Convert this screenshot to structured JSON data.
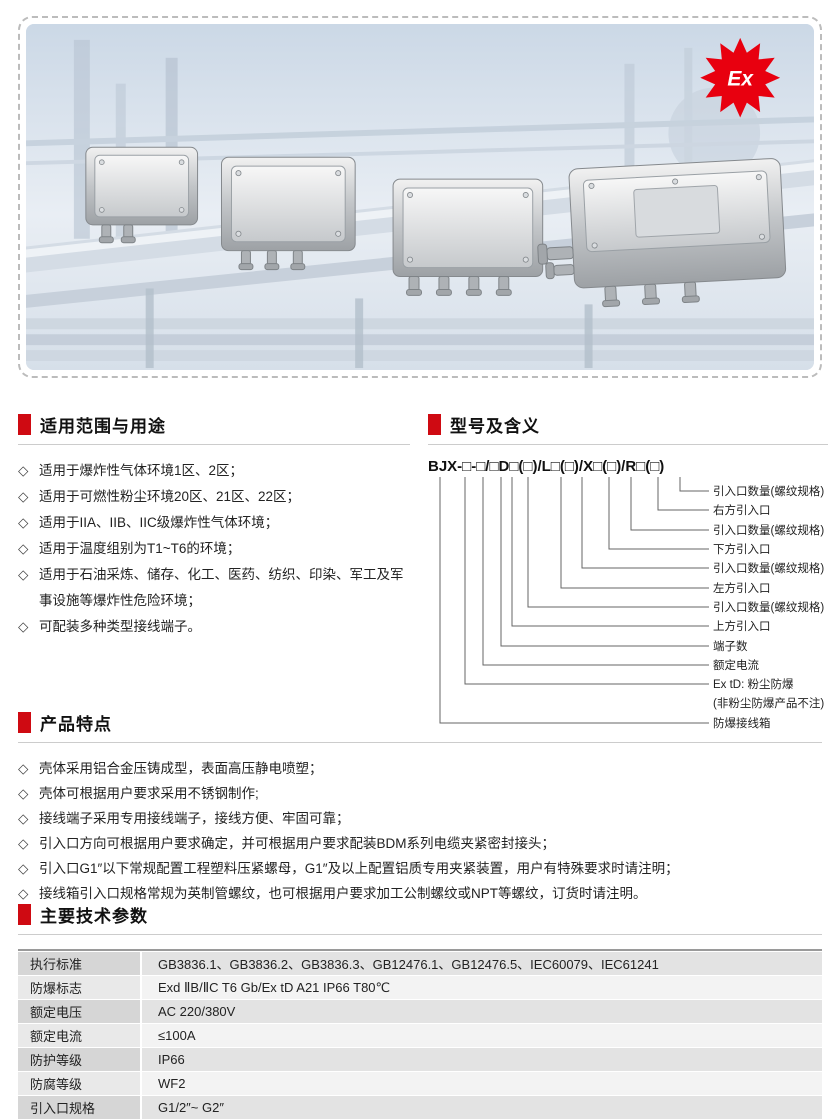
{
  "bullet": "◇",
  "colors": {
    "accent": "#cf0a12",
    "ex_red": "#e8000f"
  },
  "banner": {
    "ex_logo": "Ex"
  },
  "sections": {
    "usage": {
      "title": "适用范围与用途",
      "items": [
        "适用于爆炸性气体环境1区、2区；",
        "适用于可燃性粉尘环境20区、21区、22区；",
        "适用于IIA、IIB、IIC级爆炸性气体环境；",
        "适用于温度组别为T1~T6的环境；",
        "适用于石油采炼、储存、化工、医药、纺织、印染、军工及军事设施等爆炸性危险环境；",
        "可配装多种类型接线端子。"
      ]
    },
    "model": {
      "title": "型号及含义",
      "code": "BJX-□-□/□D□(□)/L□(□)/X□(□)/R□(□)",
      "labels": [
        "引入口数量(螺纹规格)",
        "右方引入口",
        "引入口数量(螺纹规格)",
        "下方引入口",
        "引入口数量(螺纹规格)",
        "左方引入口",
        "引入口数量(螺纹规格)",
        "上方引入口",
        "端子数",
        "额定电流",
        "Ex tD: 粉尘防爆",
        "(非粉尘防爆产品不注)",
        "防爆接线箱"
      ]
    },
    "features": {
      "title": "产品特点",
      "items": [
        "壳体采用铝合金压铸成型，表面高压静电喷塑；",
        "壳体可根据用户要求采用不锈钢制作;",
        "接线端子采用专用接线端子，接线方便、牢固可靠；",
        "引入口方向可根据用户要求确定，并可根据用户要求配装BDM系列电缆夹紧密封接头；",
        "引入口G1″以下常规配置工程塑料压紧螺母，G1″及以上配置铝质专用夹紧装置，用户有特殊要求时请注明；",
        "接线箱引入口规格常规为英制管螺纹，也可根据用户要求加工公制螺纹或NPT等螺纹，订货时请注明。"
      ]
    },
    "specs": {
      "title": "主要技术参数",
      "rows": [
        {
          "label": "执行标准",
          "value": "GB3836.1、GB3836.2、GB3836.3、GB12476.1、GB12476.5、IEC60079、IEC61241"
        },
        {
          "label": "防爆标志",
          "value": "Exd ⅡB/ⅡC T6 Gb/Ex tD A21 IP66 T80℃"
        },
        {
          "label": "额定电压",
          "value": "AC 220/380V"
        },
        {
          "label": "额定电流",
          "value": "≤100A"
        },
        {
          "label": "防护等级",
          "value": "IP66"
        },
        {
          "label": "防腐等级",
          "value": "WF2"
        },
        {
          "label": "引入口规格",
          "value": "G1/2″~ G2″"
        }
      ]
    }
  }
}
